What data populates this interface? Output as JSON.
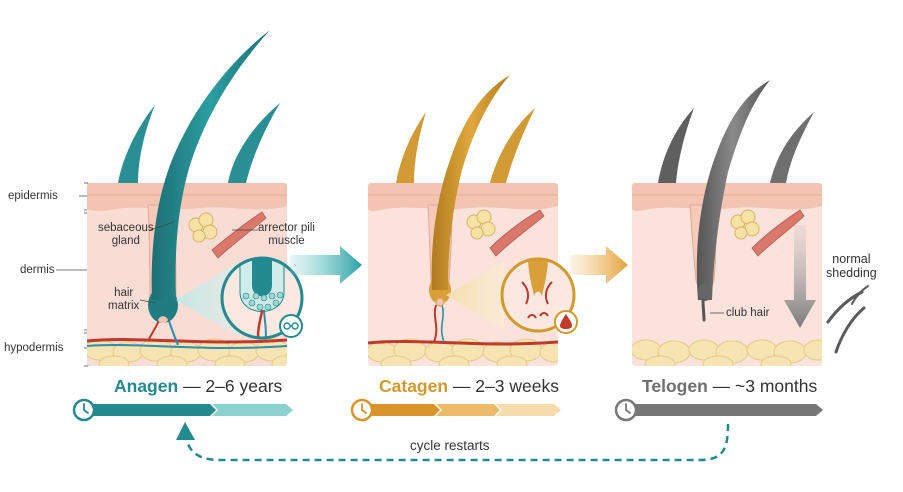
{
  "labels": {
    "epidermis": "epidermis",
    "dermis": "dermis",
    "hypodermis": "hypodermis",
    "sebaceous_gland": [
      "sebaceous",
      "gland"
    ],
    "arrector_pili": [
      "arrector pili",
      "muscle"
    ],
    "hair_matrix": [
      "hair",
      "matrix"
    ],
    "club_hair": "club hair",
    "normal_shedding": [
      "normal",
      "shedding"
    ],
    "cycle_restarts": "cycle restarts"
  },
  "stages": [
    {
      "name": "Anagen",
      "duration": "— 2–6 years",
      "color": "#238a8f"
    },
    {
      "name": "Catagen",
      "duration": "— 2–3 weeks",
      "color": "#d29a2c"
    },
    {
      "name": "Telogen",
      "duration": "— ~3 months",
      "color": "#6f6f6f"
    }
  ],
  "colors": {
    "anagen": "#238a8f",
    "catagen": "#d29a2c",
    "telogen": "#6f6f6f",
    "skin": "#f9ddd5",
    "epidermis": "#f3c8b6",
    "fat": "#f6e6b4",
    "vessel_red": "#c0392b",
    "vessel_blue": "#2d8fb0"
  },
  "icons": [
    "clock-icon",
    "magnifier-icon",
    "blood-drop-icon",
    "arrow-right-icon",
    "dashed-return-arrow"
  ]
}
